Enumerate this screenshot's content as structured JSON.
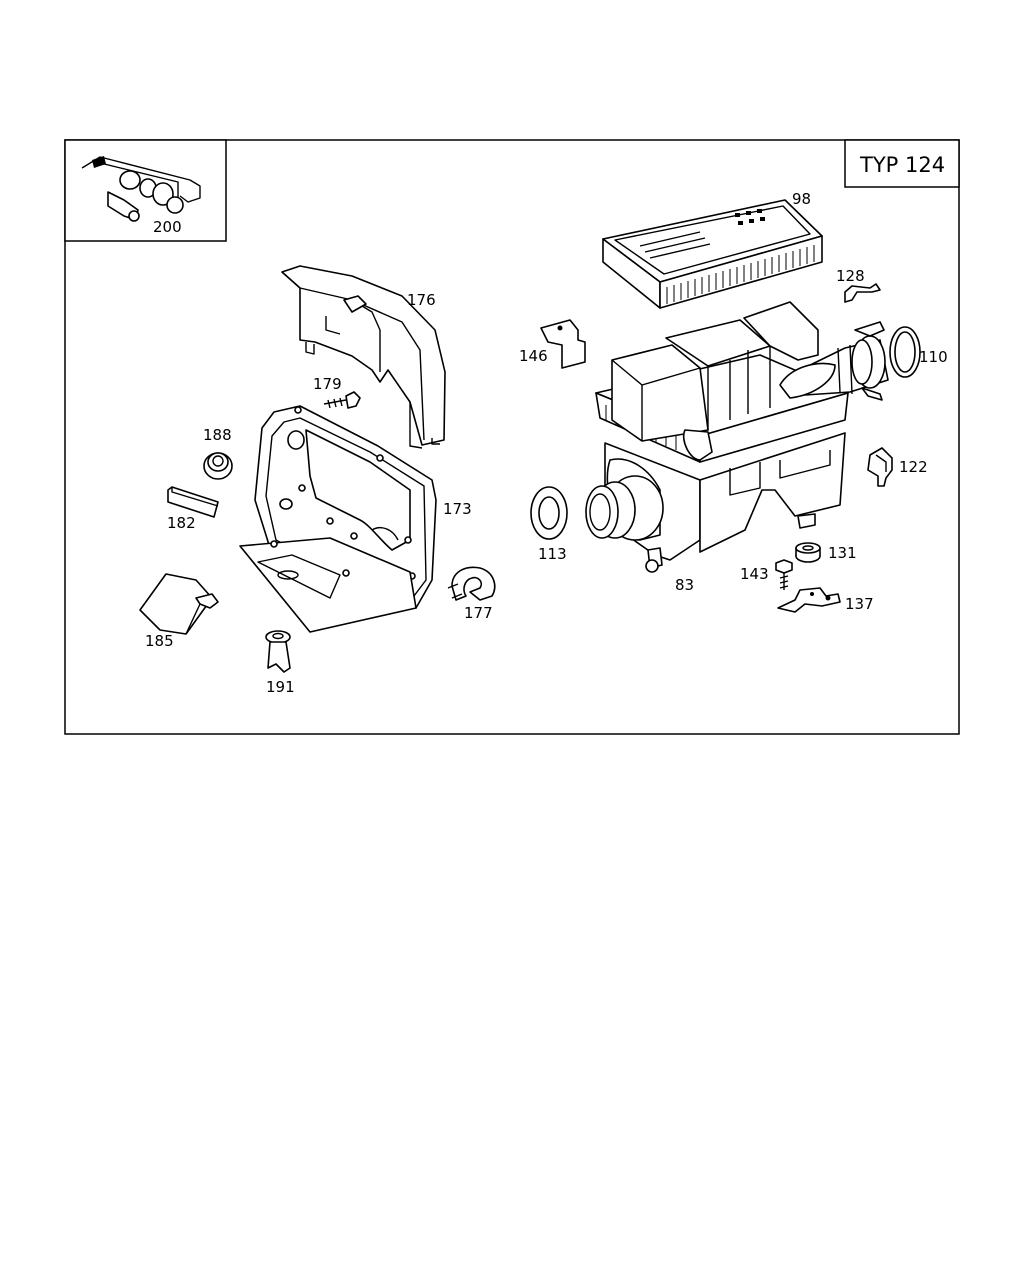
{
  "diagram": {
    "type_label": "TYP 124",
    "inset_label": "200",
    "callouts": {
      "c98": "98",
      "c128": "128",
      "c110": "110",
      "c146": "146",
      "c176": "176",
      "c179": "179",
      "c188": "188",
      "c182": "182",
      "c173": "173",
      "c122": "122",
      "c113": "113",
      "c83": "83",
      "c131": "131",
      "c143": "143",
      "c137": "137",
      "c177": "177",
      "c185": "185",
      "c191": "191"
    }
  }
}
